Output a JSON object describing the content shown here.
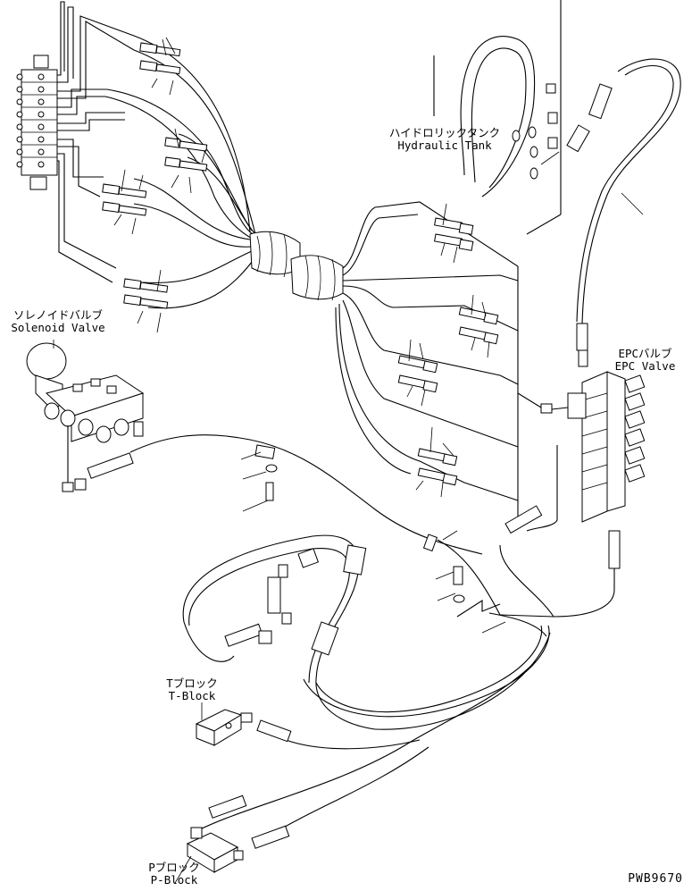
{
  "labels": {
    "hydraulic_tank_jp": "ハイドロリックタンク",
    "hydraulic_tank_en": "Hydraulic Tank",
    "solenoid_valve_jp": "ソレノイドバルブ",
    "solenoid_valve_en": "Solenoid Valve",
    "epc_valve_jp": "EPCバルブ",
    "epc_valve_en": "EPC Valve",
    "t_block_jp": "Tブロック",
    "t_block_en": "T-Block",
    "p_block_jp": "Pブロック",
    "p_block_en": "P-Block"
  },
  "drawing_code": "PWB9670"
}
